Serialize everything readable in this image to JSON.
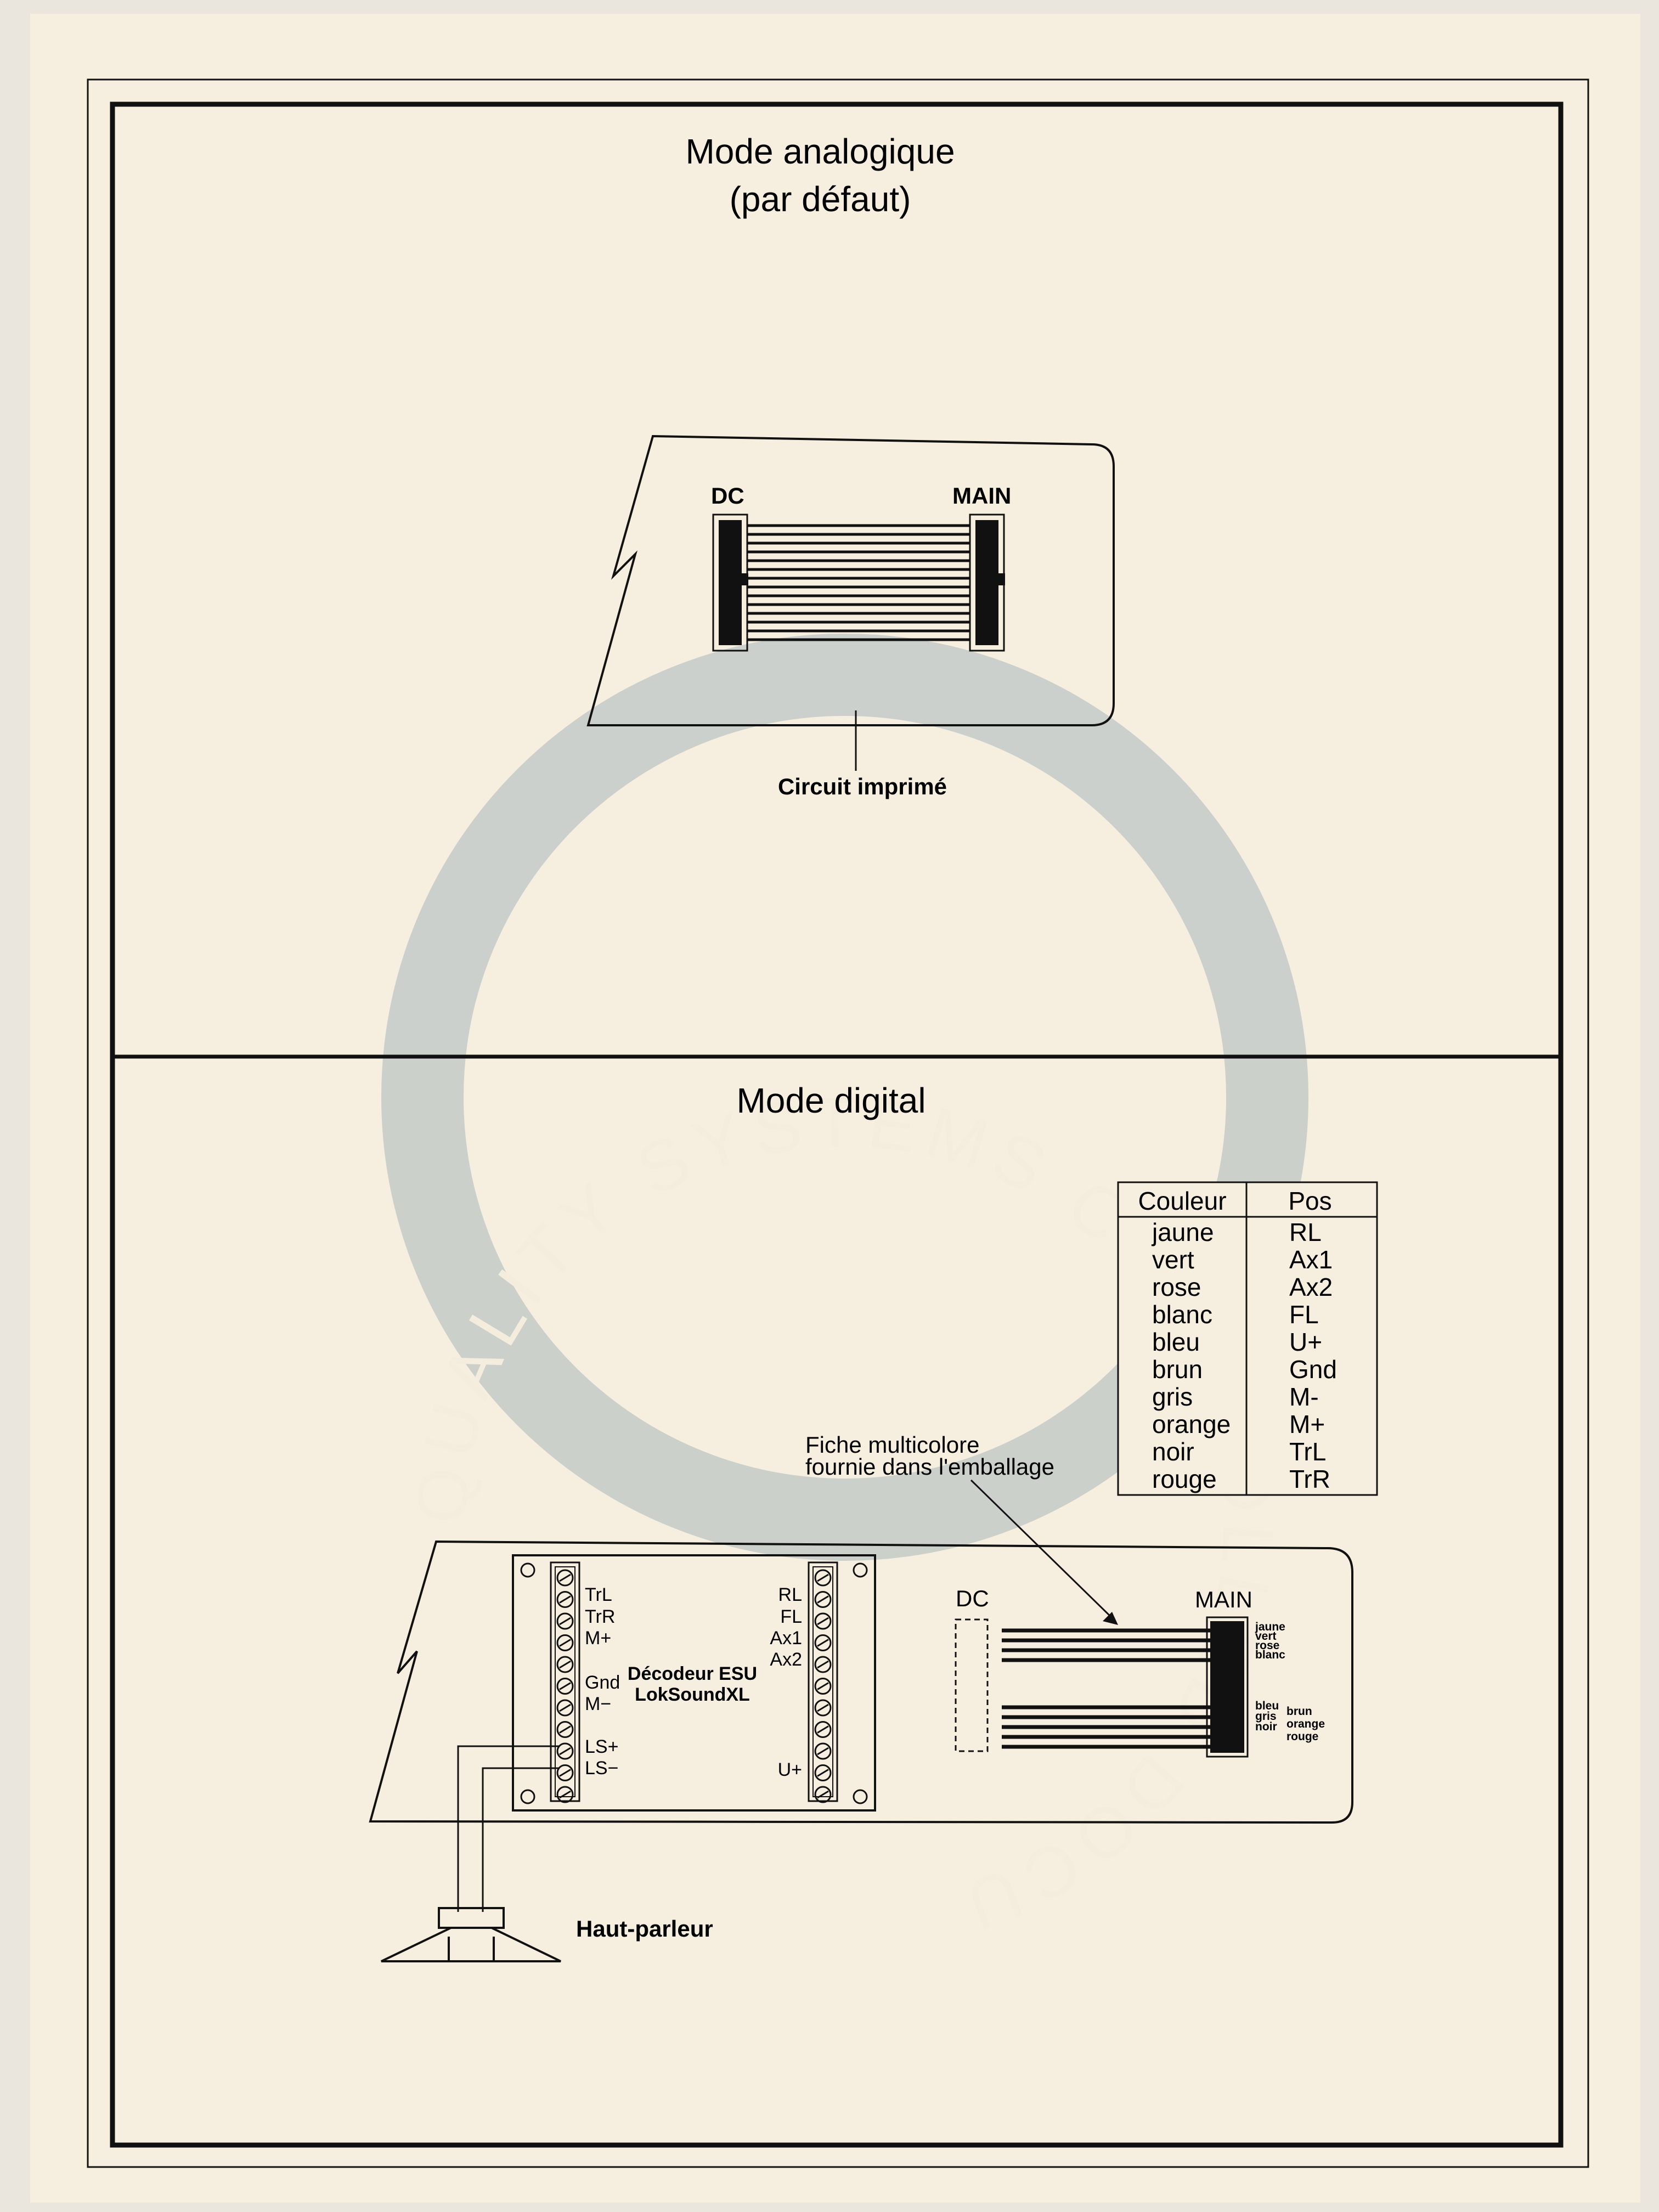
{
  "analog": {
    "title_line1": "Mode analogique",
    "title_line2": "(par défaut)",
    "dc_label": "DC",
    "main_label": "MAIN",
    "pcb_label": "Circuit imprimé"
  },
  "digital": {
    "title": "Mode digital",
    "plug_label_line1": "Fiche multicolore",
    "plug_label_line2": "fournie dans l'emballage",
    "dc_label": "DC",
    "main_label": "MAIN",
    "decoder_line1": "Décodeur ESU",
    "decoder_line2": "LokSoundXL",
    "speaker_label": "Haut-parleur",
    "left_pins": [
      "TrL",
      "TrR",
      "M+",
      "Gnd",
      "M−",
      "LS+",
      "LS−"
    ],
    "right_pins": [
      "RL",
      "FL",
      "Ax1",
      "Ax2",
      "U+"
    ],
    "main_group1": [
      "jaune",
      "vert",
      "rose",
      "blanc"
    ],
    "main_group2_left": [
      "bleu",
      "gris",
      "noir"
    ],
    "main_group2_right": [
      "brun",
      "orange",
      "rouge"
    ]
  },
  "color_table": {
    "header_color": "Couleur",
    "header_pos": "Pos",
    "rows": [
      {
        "color": "jaune",
        "pos": "RL"
      },
      {
        "color": "vert",
        "pos": "Ax1"
      },
      {
        "color": "rose",
        "pos": "Ax2"
      },
      {
        "color": "blanc",
        "pos": "FL"
      },
      {
        "color": "bleu",
        "pos": "U+"
      },
      {
        "color": "brun",
        "pos": "Gnd"
      },
      {
        "color": "gris",
        "pos": "M-"
      },
      {
        "color": "orange",
        "pos": "M+"
      },
      {
        "color": "noir",
        "pos": "TrL"
      },
      {
        "color": "rouge",
        "pos": "TrR"
      }
    ]
  },
  "watermark": {
    "text": "QUALITY SYSTEMS CONTROLLED DOCU",
    "color": "#9fb0b5"
  },
  "colors": {
    "paper": "#f6eedf",
    "ink": "#111111"
  }
}
